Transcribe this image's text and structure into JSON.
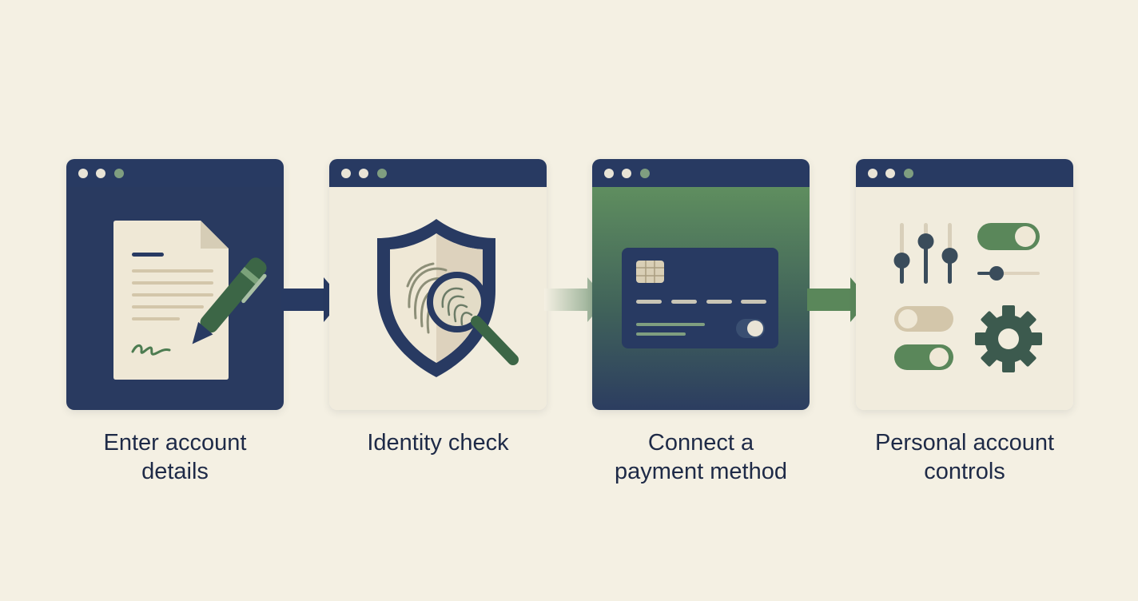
{
  "colors": {
    "background": "#f4f0e3",
    "navy": "#283a62",
    "green": "#5a875a",
    "cream": "#efe9d6",
    "dot_light": "#e9e4d6",
    "dot_green": "#7f9e80"
  },
  "steps": [
    {
      "caption": "Enter account\ndetails",
      "icon": "document-pen-icon"
    },
    {
      "caption": "Identity check",
      "icon": "fingerprint-shield-icon"
    },
    {
      "caption": "Connect a\npayment method",
      "icon": "credit-card-icon"
    },
    {
      "caption": "Personal account\ncontrols",
      "icon": "settings-controls-icon"
    }
  ]
}
